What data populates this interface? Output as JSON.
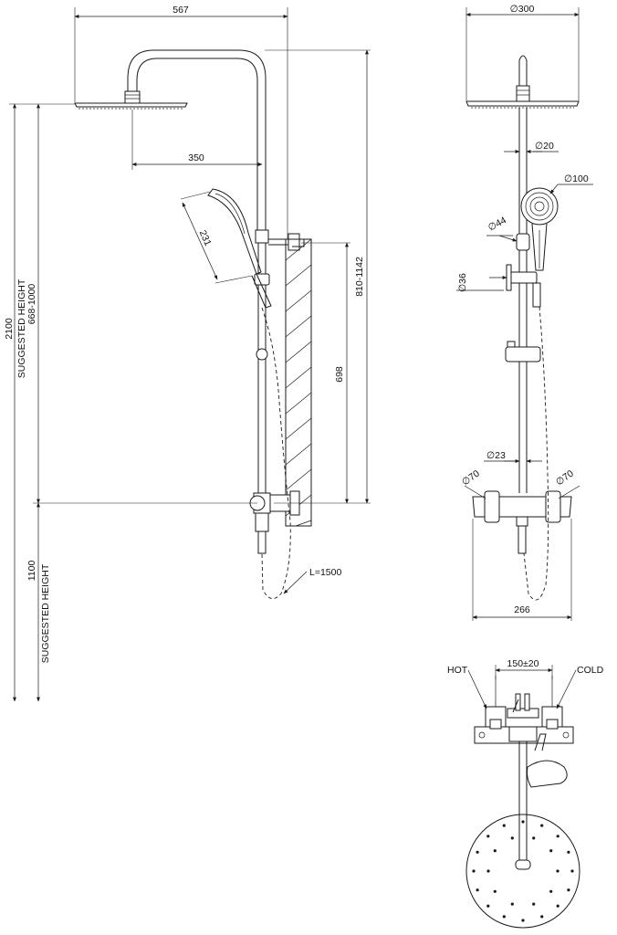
{
  "side_view": {
    "dim_width": "567",
    "dim_arm": "350",
    "dim_handshower": "231",
    "dim_bar_height": "810-1142",
    "dim_bar_length": "698",
    "dim_total_height": "2100",
    "label_suggested_height_1": "SUGGESTED HEIGHT",
    "dim_suggested_range": "668-1000",
    "dim_mixer_height": "1100",
    "label_suggested_height_2": "SUGGESTED HEIGHT",
    "label_hose": "L=1500"
  },
  "front_view": {
    "dim_head": "∅300",
    "dim_pipe": "∅20",
    "dim_handshower": "∅100",
    "dim_holder": "∅44",
    "dim_slider": "∅36",
    "dim_bar": "∅23",
    "dim_handle_left": "∅70",
    "dim_handle_right": "∅70",
    "dim_mixer_width": "266"
  },
  "top_view": {
    "label_hot": "HOT",
    "label_cold": "COLD",
    "dim_centers": "150±20"
  }
}
